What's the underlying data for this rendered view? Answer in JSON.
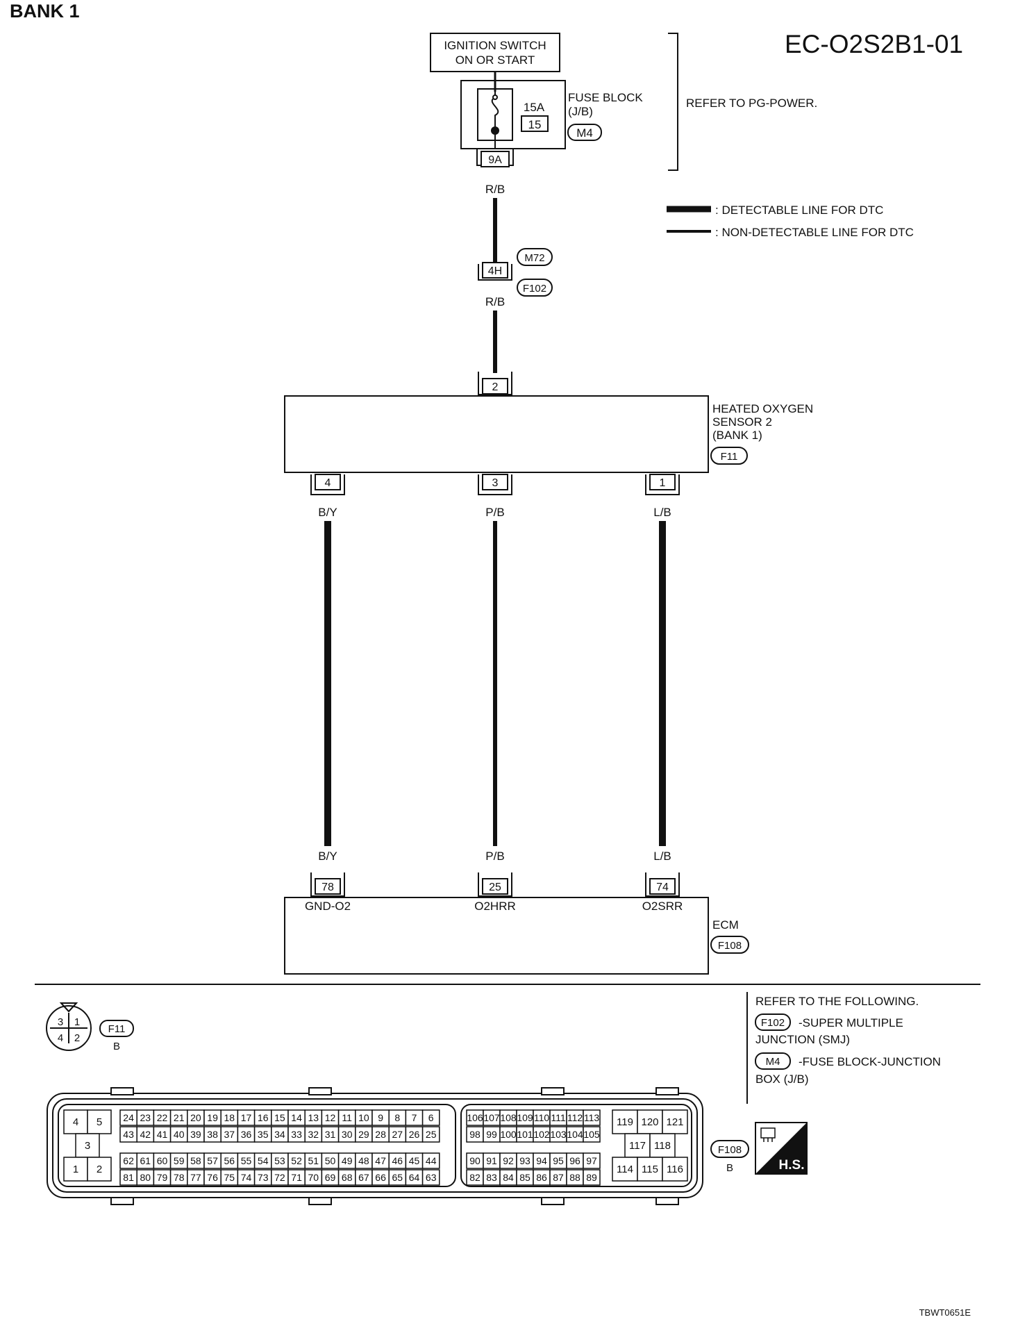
{
  "header": {
    "bank_title": "BANK 1",
    "diagram_code": "EC-O2S2B1-01",
    "footer_code": "TBWT0651E"
  },
  "power": {
    "ignition_line1": "IGNITION SWITCH",
    "ignition_line2": "ON OR START",
    "fuse_amps": "15A",
    "fuse_number": "15",
    "fuse_block_line1": "FUSE BLOCK",
    "fuse_block_line2": "(J/B)",
    "fuse_block_connector": "M4",
    "fuse_pin": "9A",
    "refer_text": "REFER TO PG-POWER."
  },
  "legend": {
    "detectable": ": DETECTABLE LINE FOR DTC",
    "non_detectable": ": NON-DETECTABLE LINE FOR DTC"
  },
  "junction": {
    "pin": "4H",
    "connector_top": "M72",
    "connector_bottom": "F102",
    "wire_upper": "R/B",
    "wire_lower": "R/B"
  },
  "sensor": {
    "name_line1": "HEATED OXYGEN",
    "name_line2": "SENSOR 2",
    "name_line3": "(BANK 1)",
    "connector": "F11",
    "top_pin": "2",
    "bottom_pins": [
      "4",
      "3",
      "1"
    ]
  },
  "wires": [
    {
      "color_top": "B/Y",
      "color_bottom": "B/Y"
    },
    {
      "color_top": "P/B",
      "color_bottom": "P/B"
    },
    {
      "color_top": "L/B",
      "color_bottom": "L/B"
    }
  ],
  "ecm": {
    "name": "ECM",
    "connector": "F108",
    "pins": [
      "78",
      "25",
      "74"
    ],
    "terminals": [
      "GND-O2",
      "O2HRR",
      "O2SRR"
    ]
  },
  "reference": {
    "title": "REFER TO THE FOLLOWING.",
    "item1_connector": "F102",
    "item1_line1": "-SUPER MULTIPLE",
    "item1_line2": "JUNCTION (SMJ)",
    "item2_connector": "M4",
    "item2_line1": "-FUSE BLOCK-JUNCTION",
    "item2_line2": "BOX (J/B)"
  },
  "connector_views": {
    "f11_label": "F11",
    "f11_color": "B",
    "f11_pins": [
      "3",
      "1",
      "4",
      "2"
    ],
    "f108_label": "F108",
    "f108_color": "B",
    "hs_badge": "H.S.",
    "left_block": [
      "4",
      "5",
      "3",
      "1",
      "2"
    ],
    "row1": [
      "24",
      "23",
      "22",
      "21",
      "20",
      "19",
      "18",
      "17",
      "16",
      "15",
      "14",
      "13",
      "12",
      "11",
      "10",
      "9",
      "8",
      "7",
      "6"
    ],
    "row2": [
      "43",
      "42",
      "41",
      "40",
      "39",
      "38",
      "37",
      "36",
      "35",
      "34",
      "33",
      "32",
      "31",
      "30",
      "29",
      "28",
      "27",
      "26",
      "25"
    ],
    "row3": [
      "62",
      "61",
      "60",
      "59",
      "58",
      "57",
      "56",
      "55",
      "54",
      "53",
      "52",
      "51",
      "50",
      "49",
      "48",
      "47",
      "46",
      "45",
      "44"
    ],
    "row4": [
      "81",
      "80",
      "79",
      "78",
      "77",
      "76",
      "75",
      "74",
      "73",
      "72",
      "71",
      "70",
      "69",
      "68",
      "67",
      "66",
      "65",
      "64",
      "63"
    ],
    "mid_row1": [
      "106",
      "107",
      "108",
      "109",
      "110",
      "111",
      "112",
      "113"
    ],
    "mid_row2": [
      "98",
      "99",
      "100",
      "101",
      "102",
      "103",
      "104",
      "105"
    ],
    "mid_row3": [
      "90",
      "91",
      "92",
      "93",
      "94",
      "95",
      "96",
      "97"
    ],
    "mid_row4": [
      "82",
      "83",
      "84",
      "85",
      "86",
      "87",
      "88",
      "89"
    ],
    "right_block": [
      "119",
      "120",
      "121",
      "117",
      "118",
      "114",
      "115",
      "116"
    ]
  }
}
